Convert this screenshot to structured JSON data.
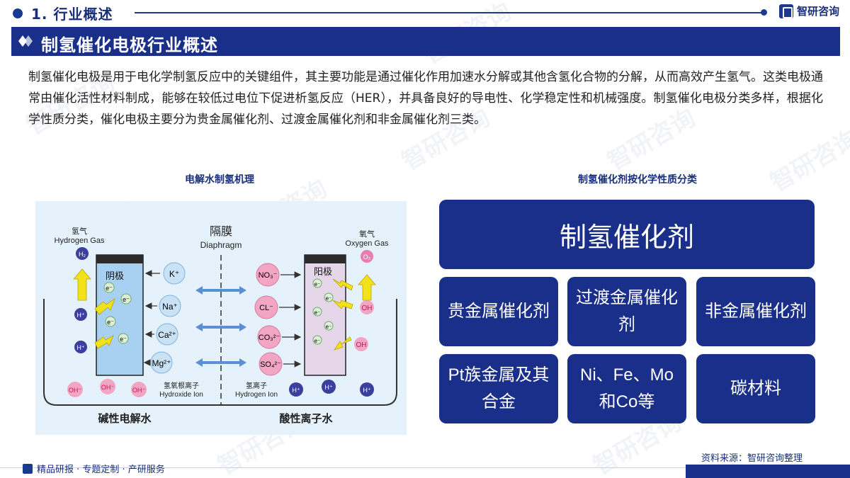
{
  "header": {
    "section_title": "1. 行业概述",
    "brand": "智研咨询"
  },
  "banner": {
    "title": "制氢催化电极行业概述"
  },
  "intro": {
    "text": "制氢催化电极是用于电化学制氢反应中的关键组件，其主要功能是通过催化作用加速水分解或其他含氢化合物的分解，从而高效产生氢气。这类电极通常由催化活性材料制成，能够在较低过电位下促进析氢反应（HER），并具备良好的导电性、化学稳定性和机械强度。制氢催化电极分类多样，根据化学性质分类，催化电极主要分为贵金属催化剂、过渡金属催化剂和非金属催化剂三类。"
  },
  "left_figure": {
    "caption": "电解水制氢机理",
    "diaphragm_cn": "隔膜",
    "diaphragm_en": "Diaphragm",
    "h2_cn": "氢气",
    "h2_en": "Hydrogen Gas",
    "o2_cn": "氧气",
    "o2_en": "Oxygen Gas",
    "cathode": "阴极",
    "anode": "阳极",
    "h2_symbol": "H₂",
    "o2_symbol": "O₂",
    "electron": "e⁻",
    "h_plus": "H⁺",
    "oh_minus": "OH⁻",
    "oh": "OH",
    "cations": [
      "K⁺",
      "Na⁺",
      "Ca²⁺",
      "Mg²⁺"
    ],
    "anions": [
      "NO₃⁻",
      "CL⁻",
      "CO₃²⁻",
      "SO₄²⁻"
    ],
    "hydroxide_cn": "氢氧根离子",
    "hydroxide_en": "Hydroxide Ion",
    "hydrogen_ion_cn": "氢离子",
    "hydrogen_ion_en": "Hydrogen Ion",
    "alkaline_label": "碱性电解水",
    "acidic_label": "酸性离子水"
  },
  "right_figure": {
    "caption": "制氢催化剂按化学性质分类",
    "root": "制氢催化剂",
    "types": [
      "贵金属催化剂",
      "过渡金属催化剂",
      "非金属催化剂"
    ],
    "examples": [
      "Pt族金属及其合金",
      "Ni、Fe、Mo和Co等",
      "碳材料"
    ]
  },
  "footer": {
    "services": "精品研报 · 专题定制 · 产研服务",
    "source": "资料来源：智研咨询整理"
  },
  "watermark": "智研咨询",
  "colors": {
    "primary": "#1a2f8a",
    "diagram_bg": "#e5f2fb",
    "cation_circle": "#c9e2f5",
    "anion_circle": "#f3a6c4",
    "arrow_yellow": "#f2e21b",
    "electrolyte_blue": "#5a8fd6"
  }
}
